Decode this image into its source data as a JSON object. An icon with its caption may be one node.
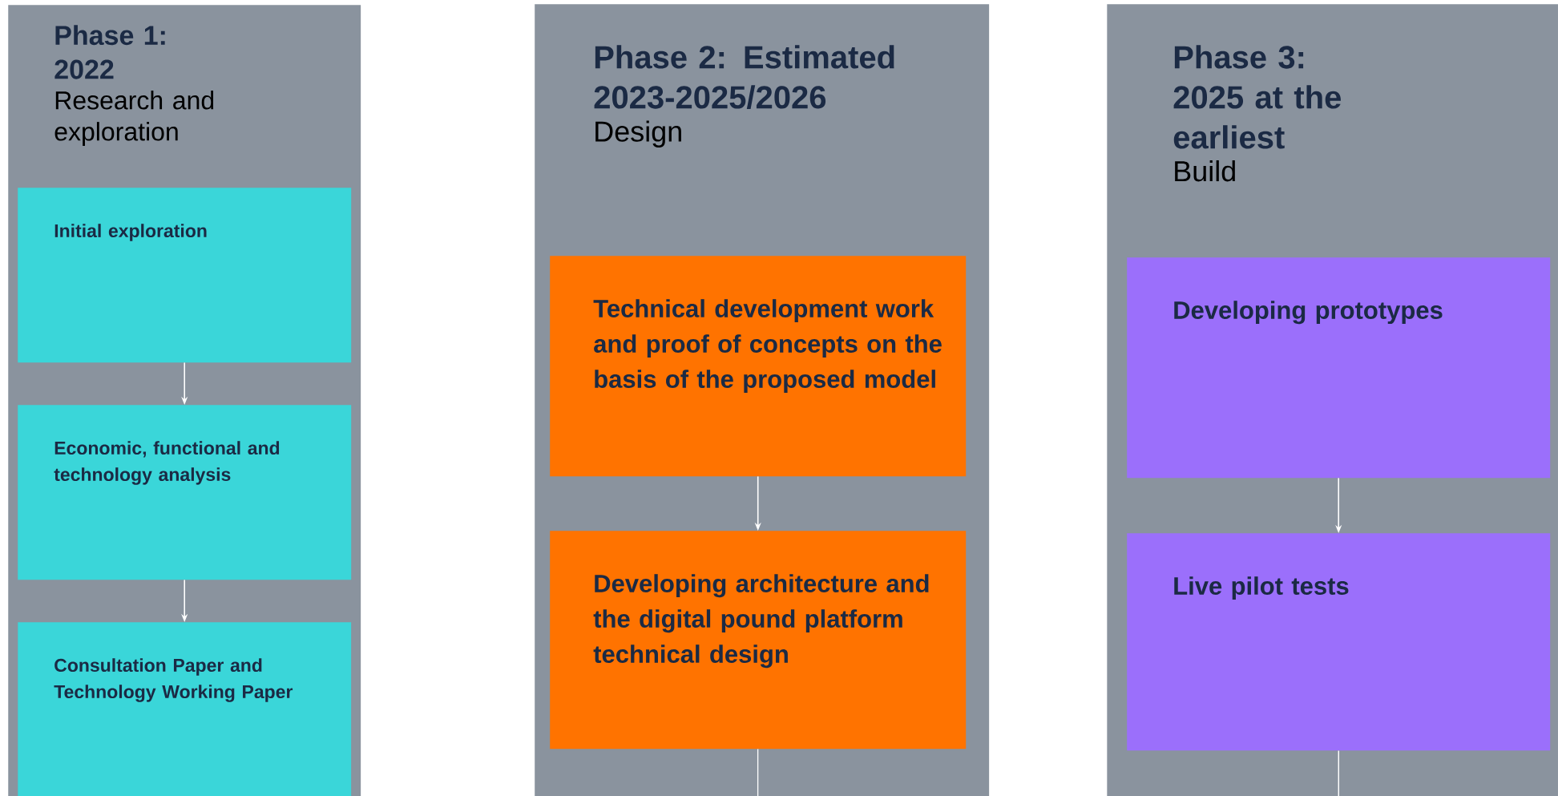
{
  "diagram": {
    "nodes": [
      {
        "text": [
          "Phase 1: 2022",
          "Research and exploration"
        ]
      },
      {
        "text": [
          "Initial exploration"
        ],
        "in": 0
      },
      {
        "text": [
          "Economic, functional and technology analysis"
        ],
        "in": 0
      },
      {
        "text": [
          "Consultation Paper and Technology Working Paper"
        ],
        "in": 0
      },
      {
        "text": [
          "Phase 2: Estimated 2023-2025/2026",
          "Design"
        ]
      },
      {
        "text": [
          "Technical development work and proof of concepts on the basis of the proposed model"
        ],
        "in": 4
      },
      {
        "text": [
          "Developing architecture and the digital pound platform technical design"
        ],
        "in": 4
      },
      {
        "text": [
          "Phase 3: 2025 at the earliest",
          "Build"
        ]
      },
      {
        "text": [
          "Developing prototypes"
        ],
        "in": 7
      },
      {
        "text": [
          "Live pilot tests"
        ],
        "in": 7
      }
    ],
    "edges": [
      {
        "from": 1,
        "to": 2,
        "arrow": "to"
      },
      {
        "from": 2,
        "to": 3,
        "arrow": "to"
      },
      {
        "from": 5,
        "to": 6,
        "arrow": "to"
      },
      {
        "from": 6,
        "to": null,
        "arrow": "none"
      },
      {
        "from": 8,
        "to": 9,
        "arrow": "to"
      },
      {
        "from": 9,
        "to": null,
        "arrow": "none"
      }
    ]
  }
}
